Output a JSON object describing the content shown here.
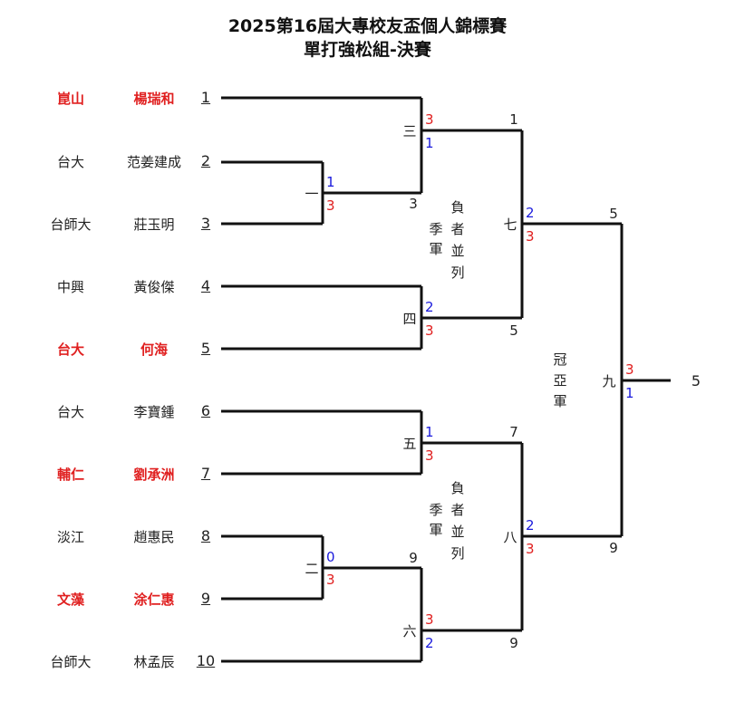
{
  "title": "2025第16屆大專校友盃個人錦標賽",
  "subtitle": "單打強松組-決賽",
  "players": [
    {
      "seed": "1",
      "school": "崑山",
      "name": "楊瑞和",
      "winner": true
    },
    {
      "seed": "2",
      "school": "台大",
      "name": "范姜建成",
      "winner": false
    },
    {
      "seed": "3",
      "school": "台師大",
      "name": "莊玉明",
      "winner": false
    },
    {
      "seed": "4",
      "school": "中興",
      "name": "黃俊傑",
      "winner": false
    },
    {
      "seed": "5",
      "school": "台大",
      "name": "何海",
      "winner": true
    },
    {
      "seed": "6",
      "school": "台大",
      "name": "李寶鍾",
      "winner": false
    },
    {
      "seed": "7",
      "school": "輔仁",
      "name": "劉承洲",
      "winner": true
    },
    {
      "seed": "8",
      "school": "淡江",
      "name": "趙惠民",
      "winner": false
    },
    {
      "seed": "9",
      "school": "文藻",
      "name": "涂仁惠",
      "winner": true
    },
    {
      "seed": "10",
      "school": "台師大",
      "name": "林孟辰",
      "winner": false
    }
  ],
  "matches": {
    "m1": {
      "label": "一",
      "top_score": "1",
      "bottom_score": "3",
      "winner": "3"
    },
    "m2": {
      "label": "二",
      "top_score": "0",
      "bottom_score": "3",
      "winner": "9"
    },
    "m3": {
      "label": "三",
      "top_score": "3",
      "bottom_score": "1",
      "winner": "1"
    },
    "m4": {
      "label": "四",
      "top_score": "2",
      "bottom_score": "3",
      "winner": "5"
    },
    "m5": {
      "label": "五",
      "top_score": "1",
      "bottom_score": "3",
      "winner": "7"
    },
    "m6": {
      "label": "六",
      "top_score": "3",
      "bottom_score": "2",
      "winner": "9"
    },
    "m7": {
      "label": "七",
      "top_score": "2",
      "bottom_score": "3",
      "winner": "5"
    },
    "m8": {
      "label": "八",
      "top_score": "2",
      "bottom_score": "3",
      "winner": "9"
    },
    "m9": {
      "label": "九",
      "top_score": "3",
      "bottom_score": "1",
      "winner": "5"
    }
  },
  "loser_notes": {
    "third_upper": [
      "季",
      "軍"
    ],
    "loser_col_upper": [
      "負",
      "者",
      "並",
      "列"
    ],
    "third_lower": [
      "季",
      "軍"
    ],
    "loser_col_lower": [
      "負",
      "者",
      "並",
      "列"
    ],
    "final": [
      "冠",
      "亞",
      "軍"
    ]
  },
  "colors": {
    "winner_text": "#e02020",
    "score_red": "#e02020",
    "score_blue": "#1a1adc",
    "line": "#111111"
  }
}
